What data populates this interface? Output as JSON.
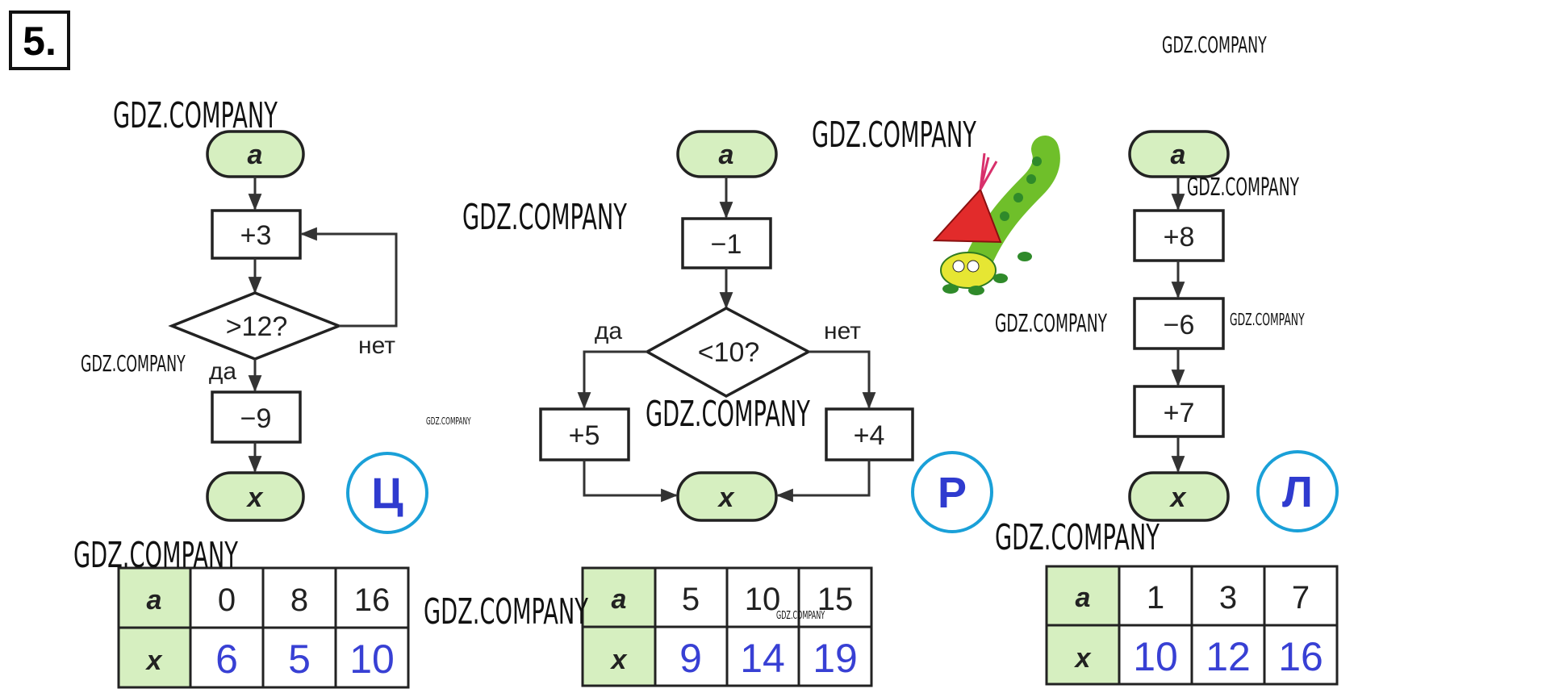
{
  "task_number": "5.",
  "watermark": "GDZ.COMPANY",
  "flowcharts": [
    {
      "letter": "Ц",
      "start": "a",
      "step1": "+3",
      "condition": ">12?",
      "yes": "да",
      "no": "нет",
      "step2": "−9",
      "end": "x",
      "table": {
        "row_a_label": "a",
        "row_x_label": "x",
        "a": [
          "0",
          "8",
          "16"
        ],
        "x": [
          "6",
          "5",
          "10"
        ]
      }
    },
    {
      "letter": "Р",
      "start": "a",
      "step1": "−1",
      "condition": "<10?",
      "yes": "да",
      "no": "нет",
      "yes_step": "+5",
      "no_step": "+4",
      "end": "x",
      "table": {
        "row_a_label": "a",
        "row_x_label": "x",
        "a": [
          "5",
          "10",
          "15"
        ],
        "x": [
          "9",
          "14",
          "19"
        ]
      }
    },
    {
      "letter": "Л",
      "start": "a",
      "step1": "+8",
      "step2": "−6",
      "step3": "+7",
      "end": "x",
      "table": {
        "row_a_label": "a",
        "row_x_label": "x",
        "a": [
          "1",
          "3",
          "7"
        ],
        "x": [
          "10",
          "12",
          "16"
        ]
      }
    }
  ],
  "colors": {
    "oval_fill": "#d6efc0",
    "result_digits": "#3840d4",
    "letter_ring": "#1aa0d8"
  }
}
